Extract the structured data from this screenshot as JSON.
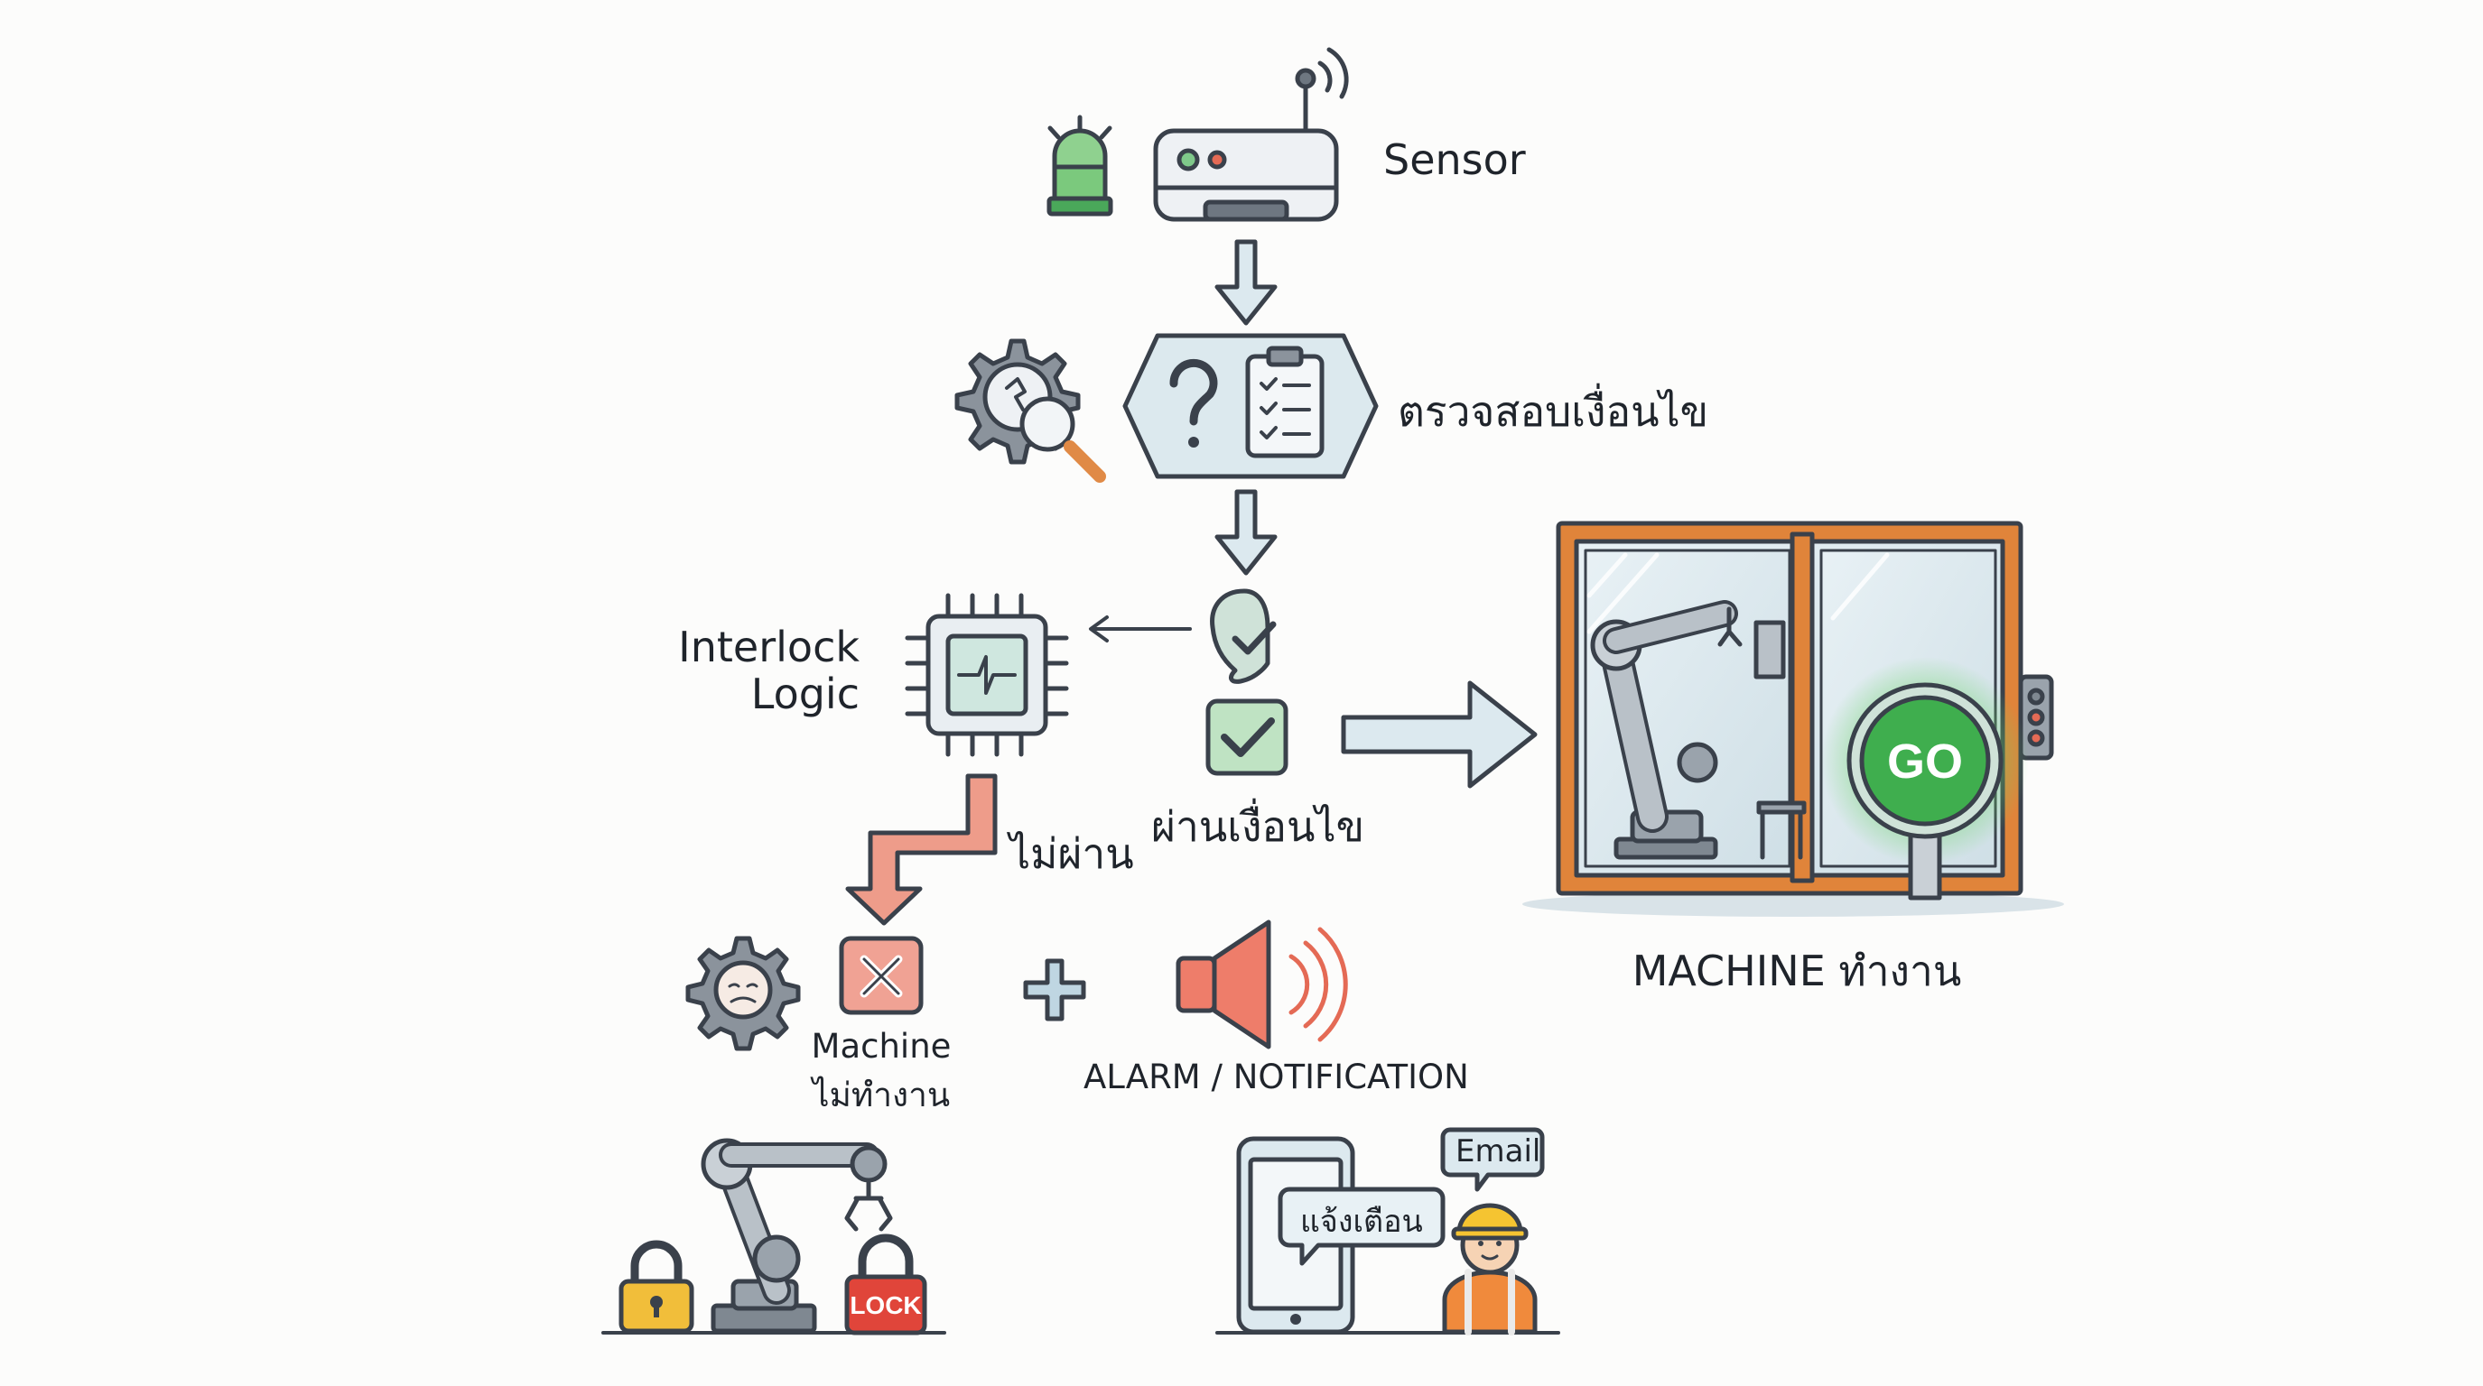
{
  "colors": {
    "outline": "#3a414b",
    "panel": "#dde9ee",
    "green": "#7fc88a",
    "green_dark": "#3fae4e",
    "red": "#e46a55",
    "arrow_fill": "#dce9ef",
    "orange_frame": "#e0843a",
    "lock_yellow": "#f1be3a"
  },
  "nodes": {
    "sensor": {
      "label": "Sensor",
      "icon": "wireless-sensor-icon",
      "indicator": "green-beacon-icon"
    },
    "check": {
      "label": "ตรวจสอบเงื่อนไข",
      "icon": "checklist-icon",
      "secondary_icon": "gear-magnifier-icon"
    },
    "interlock": {
      "label_line1": "Interlock",
      "label_line2": "Logic",
      "icon": "microchip-icon"
    },
    "pass": {
      "label": "ผ่านเงื่อนไข",
      "icons": [
        "shield-check-icon",
        "checkbox-icon"
      ]
    },
    "fail_branch": {
      "label": "ไม่ผ่าน"
    },
    "machine_off": {
      "label_line1": "Machine",
      "label_line2": "ไม่ทำงาน",
      "icons": [
        "gear-face-icon",
        "x-box-icon"
      ]
    },
    "alarm": {
      "label": "ALARM / NOTIFICATION",
      "icons": [
        "plus-icon",
        "speaker-icon"
      ]
    },
    "machine_on": {
      "label": "MACHINE ทำงาน",
      "go_text": "GO",
      "icon": "robot-enclosure-icon"
    },
    "lockout": {
      "lock_text": "LOCK",
      "icons": [
        "padlock-icon",
        "robot-arm-icon",
        "red-lock-icon"
      ]
    },
    "notify": {
      "phone_bubble": "แจ้งเตือน",
      "email_bubble": "Email",
      "icons": [
        "smartphone-icon",
        "worker-icon"
      ]
    }
  }
}
